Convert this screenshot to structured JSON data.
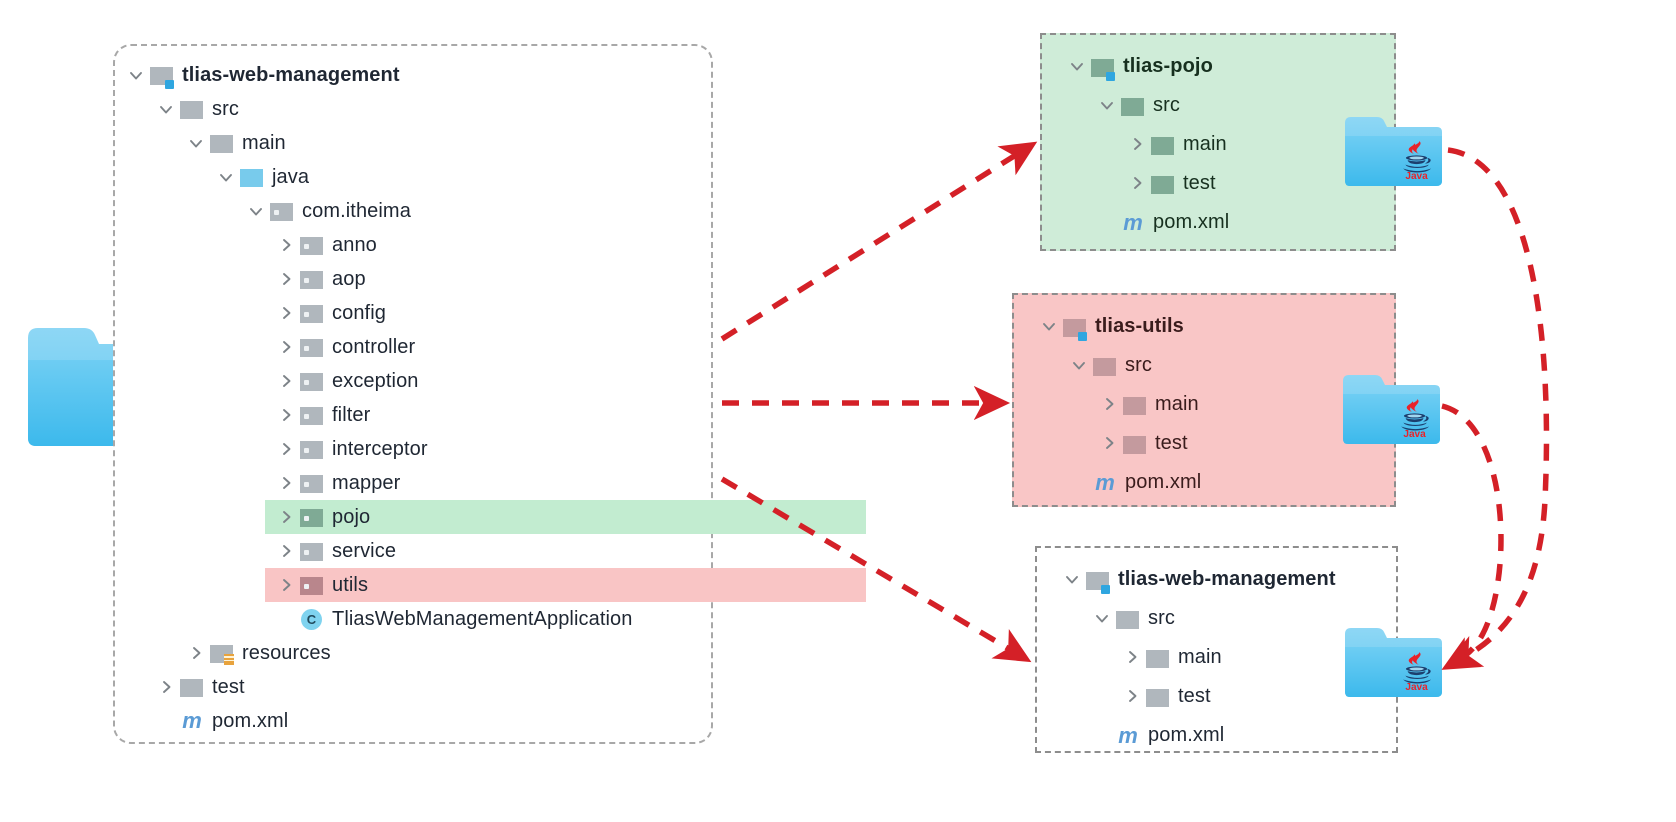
{
  "diagram": {
    "title": "Maven module split of tlias-web-management project",
    "accent_red": "#d42027",
    "highlight_green": "#c2ecd0",
    "highlight_red": "#f9c5c5",
    "panel_green_bg": "#cfecd8",
    "panel_red_bg": "#f9c6c6",
    "panel_white_bg": "#ffffff"
  },
  "java_folder_icon": {
    "label": "Java",
    "name": "java-folder-icon"
  },
  "main_tree": {
    "nodes": [
      {
        "indent": 0,
        "chevron": "down",
        "icon": "folder-module",
        "label": "tlias-web-management",
        "bold": true
      },
      {
        "indent": 1,
        "chevron": "down",
        "icon": "folder-gray",
        "label": "src"
      },
      {
        "indent": 2,
        "chevron": "down",
        "icon": "folder-gray",
        "label": "main"
      },
      {
        "indent": 3,
        "chevron": "down",
        "icon": "folder-blue",
        "label": "java"
      },
      {
        "indent": 4,
        "chevron": "down",
        "icon": "folder-package",
        "label": "com.itheima"
      },
      {
        "indent": 5,
        "chevron": "right",
        "icon": "folder-package",
        "label": "anno"
      },
      {
        "indent": 5,
        "chevron": "right",
        "icon": "folder-package",
        "label": "aop"
      },
      {
        "indent": 5,
        "chevron": "right",
        "icon": "folder-package",
        "label": "config"
      },
      {
        "indent": 5,
        "chevron": "right",
        "icon": "folder-package",
        "label": "controller"
      },
      {
        "indent": 5,
        "chevron": "right",
        "icon": "folder-package",
        "label": "exception"
      },
      {
        "indent": 5,
        "chevron": "right",
        "icon": "folder-package",
        "label": "filter"
      },
      {
        "indent": 5,
        "chevron": "right",
        "icon": "folder-package",
        "label": "interceptor"
      },
      {
        "indent": 5,
        "chevron": "right",
        "icon": "folder-package",
        "label": "mapper"
      },
      {
        "indent": 5,
        "chevron": "right",
        "icon": "folder-package-green",
        "label": "pojo",
        "highlight": "green"
      },
      {
        "indent": 5,
        "chevron": "right",
        "icon": "folder-package",
        "label": "service"
      },
      {
        "indent": 5,
        "chevron": "right",
        "icon": "folder-package-red",
        "label": "utils",
        "highlight": "red"
      },
      {
        "indent": 5,
        "chevron": "none",
        "icon": "class-icon",
        "label": "TliasWebManagementApplication"
      },
      {
        "indent": 2,
        "chevron": "right",
        "icon": "folder-resources",
        "label": "resources"
      },
      {
        "indent": 1,
        "chevron": "right",
        "icon": "folder-gray",
        "label": "test"
      },
      {
        "indent": 1,
        "chevron": "none",
        "icon": "maven-icon",
        "label": "pom.xml"
      }
    ]
  },
  "panels": [
    {
      "id": "pojo",
      "name": "tlias-pojo",
      "nodes": [
        {
          "indent": 0,
          "chevron": "down",
          "icon": "folder-module-green",
          "label": "tlias-pojo",
          "bold": true
        },
        {
          "indent": 1,
          "chevron": "down",
          "icon": "folder-green",
          "label": "src"
        },
        {
          "indent": 2,
          "chevron": "right",
          "icon": "folder-green",
          "label": "main"
        },
        {
          "indent": 2,
          "chevron": "right",
          "icon": "folder-green",
          "label": "test"
        },
        {
          "indent": 1,
          "chevron": "none",
          "icon": "maven-icon",
          "label": "pom.xml"
        }
      ]
    },
    {
      "id": "utils",
      "name": "tlias-utils",
      "nodes": [
        {
          "indent": 0,
          "chevron": "down",
          "icon": "folder-module-red",
          "label": "tlias-utils",
          "bold": true
        },
        {
          "indent": 1,
          "chevron": "down",
          "icon": "folder-red",
          "label": "src"
        },
        {
          "indent": 2,
          "chevron": "right",
          "icon": "folder-red",
          "label": "main"
        },
        {
          "indent": 2,
          "chevron": "right",
          "icon": "folder-red",
          "label": "test"
        },
        {
          "indent": 1,
          "chevron": "none",
          "icon": "maven-icon",
          "label": "pom.xml"
        }
      ]
    },
    {
      "id": "web",
      "name": "tlias-web-management",
      "nodes": [
        {
          "indent": 0,
          "chevron": "down",
          "icon": "folder-module",
          "label": "tlias-web-management",
          "bold": true
        },
        {
          "indent": 1,
          "chevron": "down",
          "icon": "folder-gray",
          "label": "src"
        },
        {
          "indent": 2,
          "chevron": "right",
          "icon": "folder-gray",
          "label": "main"
        },
        {
          "indent": 2,
          "chevron": "right",
          "icon": "folder-gray",
          "label": "test"
        },
        {
          "indent": 1,
          "chevron": "none",
          "icon": "maven-icon",
          "label": "pom.xml"
        }
      ]
    }
  ]
}
